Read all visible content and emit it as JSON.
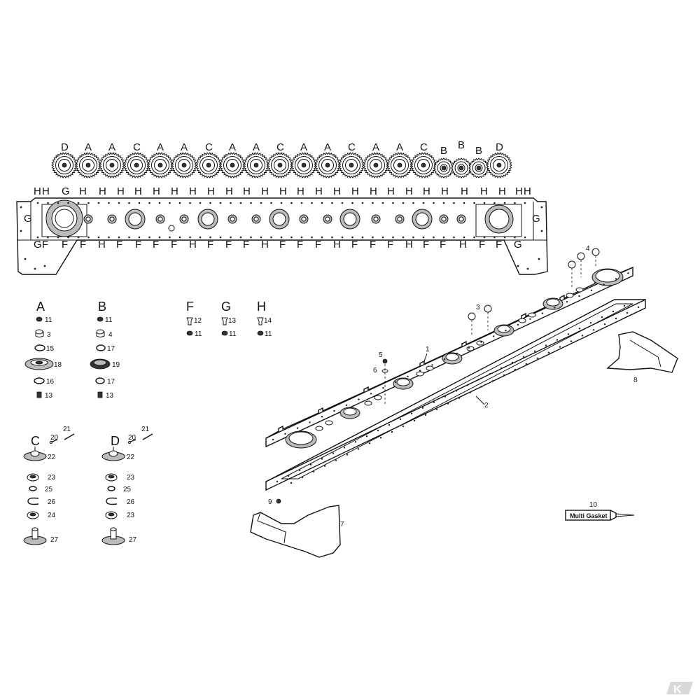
{
  "gear_row_letters": [
    "D",
    "A",
    "A",
    "C",
    "A",
    "A",
    "C",
    "A",
    "A",
    "C",
    "A",
    "A",
    "C",
    "A",
    "A",
    "C",
    "B",
    "B",
    "B",
    "D"
  ],
  "bar_top_letters": [
    "H",
    "H",
    "G",
    "H",
    "H",
    "H",
    "H",
    "H",
    "H",
    "H",
    "H",
    "H",
    "H",
    "H",
    "H",
    "H",
    "H",
    "H",
    "H",
    "H",
    "H",
    "H",
    "H",
    "H",
    "H",
    "H",
    "H",
    "H",
    "H"
  ],
  "bar_bottom_letters": [
    "G",
    "F",
    "F",
    "F",
    "H",
    "F",
    "F",
    "F",
    "F",
    "H",
    "F",
    "F",
    "F",
    "H",
    "F",
    "F",
    "F",
    "H",
    "F",
    "F",
    "F",
    "H",
    "F",
    "F",
    "H",
    "F",
    "F",
    "G"
  ],
  "bar_side_letters": [
    "G",
    "G"
  ],
  "kit_A": {
    "title": "A",
    "parts": [
      "11",
      "3",
      "15",
      "18",
      "16",
      "13"
    ]
  },
  "kit_B": {
    "title": "B",
    "parts": [
      "11",
      "4",
      "17",
      "19",
      "17",
      "13"
    ]
  },
  "kit_F": {
    "title": "F",
    "parts": [
      "12",
      "11"
    ]
  },
  "kit_G": {
    "title": "G",
    "parts": [
      "13",
      "11"
    ]
  },
  "kit_H": {
    "title": "H",
    "parts": [
      "14",
      "11"
    ]
  },
  "kit_C": {
    "title": "C",
    "pins": [
      "20",
      "21"
    ],
    "parts": [
      "22",
      "23",
      "25",
      "26",
      "24",
      "27"
    ]
  },
  "kit_D": {
    "title": "D",
    "pins": [
      "20",
      "21"
    ],
    "parts": [
      "22",
      "23",
      "25",
      "26",
      "23",
      "27"
    ]
  },
  "callouts": {
    "c1": "1",
    "c2": "2",
    "c3": "3",
    "c4": "4",
    "c5": "5",
    "c6": "6",
    "c7": "7",
    "c8": "8",
    "c9": "9",
    "c10": "10"
  },
  "tube_label": "Multi Gasket",
  "logo_text": "K"
}
